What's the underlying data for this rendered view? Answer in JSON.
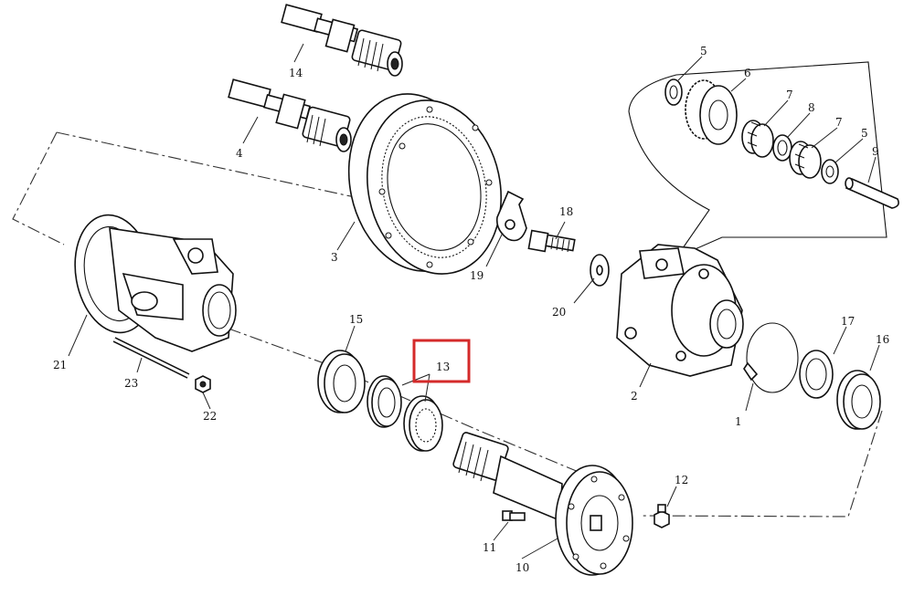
{
  "diagram": {
    "highlight_color": "#d42a2a",
    "highlighted_part": "13",
    "parts": [
      {
        "id": "p1",
        "label": "1",
        "icon": "snap-ring-icon"
      },
      {
        "id": "p2",
        "label": "2",
        "icon": "housing-icon"
      },
      {
        "id": "p3",
        "label": "3",
        "icon": "ring-gear-icon"
      },
      {
        "id": "p4",
        "label": "4",
        "icon": "shaft-icon"
      },
      {
        "id": "p5a",
        "label": "5",
        "icon": "washer-icon"
      },
      {
        "id": "p5b",
        "label": "5",
        "icon": "washer-icon"
      },
      {
        "id": "p6",
        "label": "6",
        "icon": "planet-gear-icon"
      },
      {
        "id": "p7a",
        "label": "7",
        "icon": "needle-bearing-icon"
      },
      {
        "id": "p7b",
        "label": "7",
        "icon": "needle-bearing-icon"
      },
      {
        "id": "p8",
        "label": "8",
        "icon": "spacer-icon"
      },
      {
        "id": "p9",
        "label": "9",
        "icon": "pin-icon"
      },
      {
        "id": "p10",
        "label": "10",
        "icon": "hub-shaft-icon"
      },
      {
        "id": "p11",
        "label": "11",
        "icon": "bolt-icon"
      },
      {
        "id": "p12",
        "label": "12",
        "icon": "grease-fitting-icon"
      },
      {
        "id": "p13",
        "label": "13",
        "icon": "seal-icon"
      },
      {
        "id": "p14",
        "label": "14",
        "icon": "shaft-icon"
      },
      {
        "id": "p15",
        "label": "15",
        "icon": "ball-bearing-icon"
      },
      {
        "id": "p16",
        "label": "16",
        "icon": "ball-bearing-icon"
      },
      {
        "id": "p17",
        "label": "17",
        "icon": "spacer-ring-icon"
      },
      {
        "id": "p18",
        "label": "18",
        "icon": "bolt-icon"
      },
      {
        "id": "p19",
        "label": "19",
        "icon": "lock-plate-icon"
      },
      {
        "id": "p20",
        "label": "20",
        "icon": "washer-icon"
      },
      {
        "id": "p21",
        "label": "21",
        "icon": "gearbox-housing-icon"
      },
      {
        "id": "p22",
        "label": "22",
        "icon": "nut-icon"
      },
      {
        "id": "p23",
        "label": "23",
        "icon": "stud-icon"
      }
    ]
  }
}
